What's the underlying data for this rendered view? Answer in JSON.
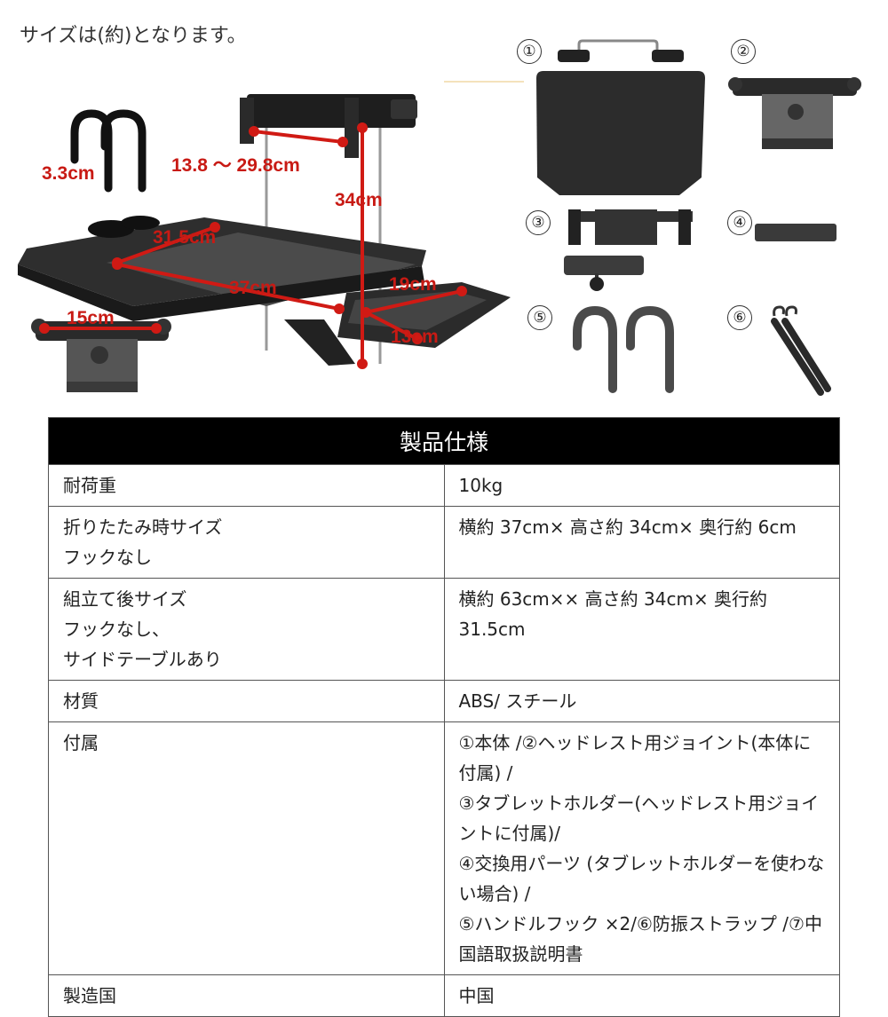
{
  "intro_text": "サイズは(約)となります。",
  "dimensions": {
    "hook": "3.3cm",
    "holder_width": "13.8 〜 29.8cm",
    "height": "34cm",
    "depth": "31.5cm",
    "tray_width": "37cm",
    "side_width": "19cm",
    "side_depth": "13cm",
    "joint_width": "15cm"
  },
  "parts": [
    {
      "num": "①"
    },
    {
      "num": "②"
    },
    {
      "num": "③"
    },
    {
      "num": "④"
    },
    {
      "num": "⑤"
    },
    {
      "num": "⑥"
    }
  ],
  "table": {
    "title": "製品仕様",
    "rows": [
      {
        "label": "耐荷重",
        "value": "10kg"
      },
      {
        "label": "折りたたみ時サイズ\nフックなし",
        "value": "横約 37cm× 高さ約 34cm× 奥行約 6cm"
      },
      {
        "label": "組立て後サイズ\nフックなし、\nサイドテーブルあり",
        "value": "横約 63cm×× 高さ約 34cm× 奥行約 31.5cm"
      },
      {
        "label": "材質",
        "value": "ABS/ スチール"
      },
      {
        "label": "付属",
        "value": "①本体 /②ヘッドレスト用ジョイント(本体に付属) /\n③タブレットホルダー(ヘッドレスト用ジョイントに付属)/\n④交換用パーツ (タブレットホルダーを使わない場合) /\n⑤ハンドルフック ×2/⑥防振ストラップ /⑦中国語取扱説明書"
      },
      {
        "label": "製造国",
        "value": "中国"
      }
    ]
  }
}
